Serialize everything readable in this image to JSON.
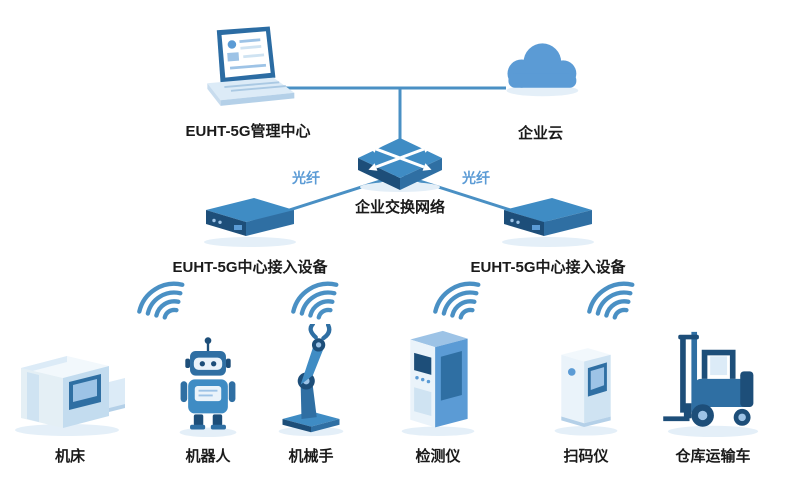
{
  "topology": {
    "management": {
      "label": "EUHT-5G管理中心",
      "icon": "laptop-icon"
    },
    "cloud": {
      "label": "企业云",
      "icon": "cloud-icon"
    },
    "switch": {
      "label": "企业交换网络",
      "icon": "switch-icon"
    },
    "access_left": {
      "label": "EUHT-5G中心接入设备",
      "icon": "access-device-icon"
    },
    "access_right": {
      "label": "EUHT-5G中心接入设备",
      "icon": "access-device-icon"
    },
    "links": {
      "fiber_left": {
        "label": "光纤"
      },
      "fiber_right": {
        "label": "光纤"
      }
    },
    "wireless_icon": "wifi-signal-icon"
  },
  "devices": [
    {
      "label": "机床",
      "icon": "machine-tool-icon"
    },
    {
      "label": "机器人",
      "icon": "robot-icon"
    },
    {
      "label": "机械手",
      "icon": "robot-arm-icon"
    },
    {
      "label": "检测仪",
      "icon": "detector-icon"
    },
    {
      "label": "扫码仪",
      "icon": "scanner-icon"
    },
    {
      "label": "仓库运输车",
      "icon": "forklift-icon"
    }
  ],
  "colors": {
    "connector_line": "#4a90c4",
    "fiber_label": "#5b9bd5",
    "dark_blue": "#1d4e79",
    "mid_blue": "#2f6fa3",
    "accent_blue": "#3f8cc4",
    "light_blue": "#cfe3f2",
    "pale_blue": "#eaf3fa",
    "label_text": "#1a1a1a"
  }
}
